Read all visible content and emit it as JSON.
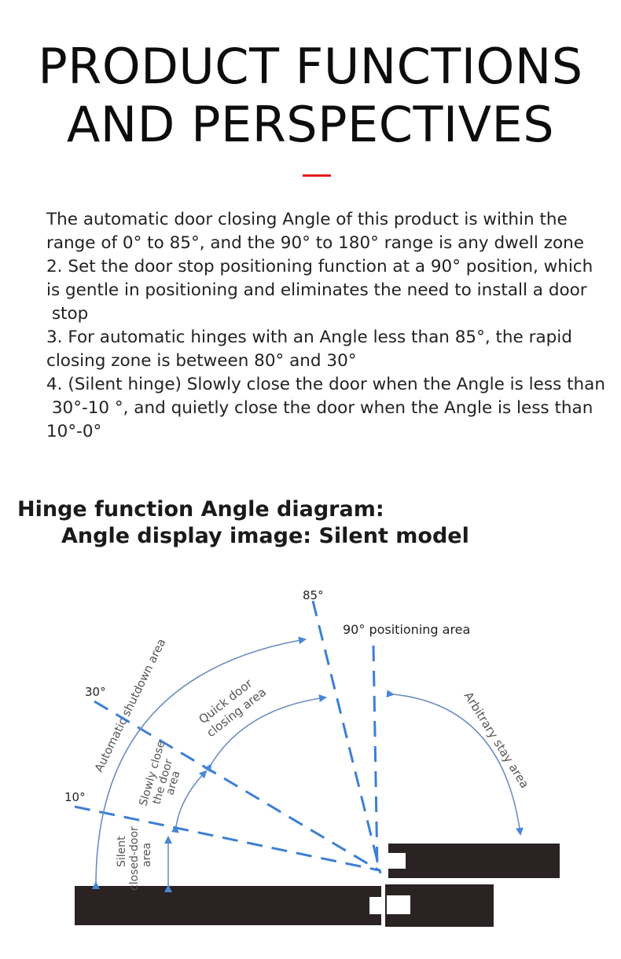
{
  "header": {
    "title_line1": "PRODUCT FUNCTIONS",
    "title_line2": "AND PERSPECTIVES",
    "accent_color": "#e51c1c"
  },
  "description": {
    "lines": [
      "The automatic door closing Angle of this product is within the",
      "range of 0° to 85°, and the 90° to 180° range is any dwell zone",
      "2. Set the door stop positioning function at a 90° position, which",
      "is gentle in positioning and eliminates the need to install a door",
      " stop",
      "3. For automatic hinges with an Angle less than 85°, the rapid",
      "closing zone is between 80° and 30°",
      "4. (Silent hinge) Slowly close the door when the Angle is less than",
      " 30°-10 °, and quietly close the door when the Angle is less than",
      "10°-0°"
    ]
  },
  "section": {
    "heading": "Hinge function Angle diagram:",
    "subheading": "Angle display image: Silent model"
  },
  "diagram": {
    "line_color": "#3d7fd6",
    "arrow_color": "#4a86d8",
    "door_color": "#2a2223",
    "labels": {
      "angle_85": "85°",
      "angle_30": "30°",
      "angle_10": "10°",
      "positioning_90": "90° positioning area",
      "auto_shutdown": "Automatic shutdown area",
      "quick_close_1": "Quick door",
      "quick_close_2": "closing area",
      "slow_close_1": "Slowly close",
      "slow_close_2": "the door",
      "slow_close_3": "area",
      "silent_1": "Silent",
      "silent_2": "closed-door",
      "silent_3": "area",
      "arbitrary_stay": "Arbitrary stay area"
    }
  }
}
